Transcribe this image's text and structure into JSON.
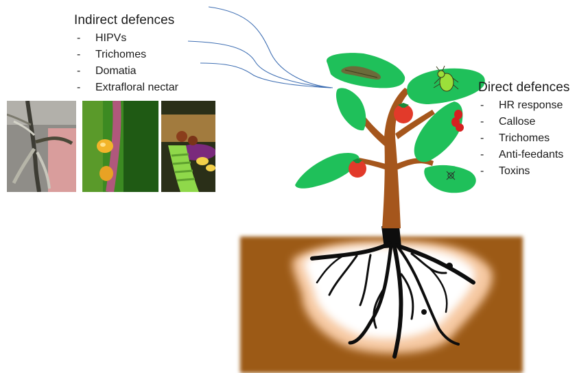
{
  "indirect": {
    "title": "Indirect defences",
    "items": [
      "HIPVs",
      "Trichomes",
      "Domatia",
      "Extrafloral nectar"
    ]
  },
  "direct": {
    "title": "Direct defences",
    "items": [
      "HR response",
      "Callose",
      "Trichomes",
      "Anti-feedants",
      "Toxins"
    ]
  },
  "colors": {
    "leaf": "#1fc05a",
    "stem": "#a5561c",
    "soil": "#9c5a17",
    "root": "#0d0d0d",
    "tomato": "#e23a2a",
    "airflow": "#3f6fb3"
  }
}
